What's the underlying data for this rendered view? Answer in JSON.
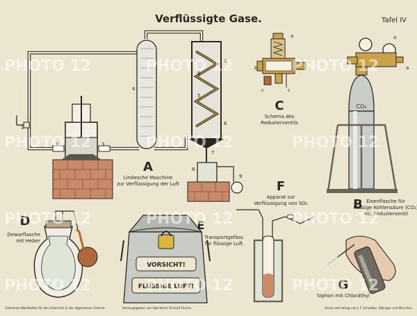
{
  "title": "Verflüssigte Gase.",
  "plate": "Tafel IV",
  "watermark": "PHOTO 12",
  "figures": {
    "A": {
      "letter": "A",
      "caption": [
        "Lindesche Maschine",
        "zur Verflüssigung der Luft"
      ],
      "numbers": [
        "1",
        "2",
        "3",
        "4",
        "5",
        "5",
        "6",
        "6",
        "7",
        "8",
        "9"
      ]
    },
    "B": {
      "letter": "B",
      "caption": [
        "Eisenflasche für",
        "flüssige Kohlensäure (CO₂)",
        "mit Reduzierventil"
      ],
      "cylinder_label": "CO₂",
      "marks": [
        "a",
        "a"
      ]
    },
    "C": {
      "letter": "C",
      "caption": [
        "Schema des",
        "Reduzierventils"
      ],
      "marks": [
        "a",
        "b",
        "c",
        "c"
      ]
    },
    "D": {
      "letter": "D",
      "caption": [
        "Dewarflasche",
        "mit Heber"
      ]
    },
    "E": {
      "letter": "E",
      "caption": [
        "Transportgefäss",
        "für flüssige Luft"
      ],
      "label_top": "VORSICHT!",
      "label_bottom": "FLÜSSIGE LUFT!"
    },
    "F": {
      "letter": "F",
      "caption": [
        "Apparat zur",
        "Verflüssigung von SO₂"
      ]
    },
    "G": {
      "letter": "G",
      "caption": [
        "Siphon mit Chloräthyl"
      ]
    }
  },
  "footer": {
    "left": "Esterlines Wandtafeln für den Unterricht in der allgemeinen Chemie.",
    "center": "Herausgegeben von Oberlehrer Richard Fischer.",
    "right": "Druck und Verlag von J. F. Schreiber, Eßlingen und München."
  },
  "colors": {
    "paper": "#ece5d0",
    "ink": "#2b2620",
    "brick": "#c98a6a",
    "brass": "#c9a24a",
    "copper": "#b0683a",
    "steel": "#c9cdc8",
    "liquid": "#dfe6d8"
  }
}
